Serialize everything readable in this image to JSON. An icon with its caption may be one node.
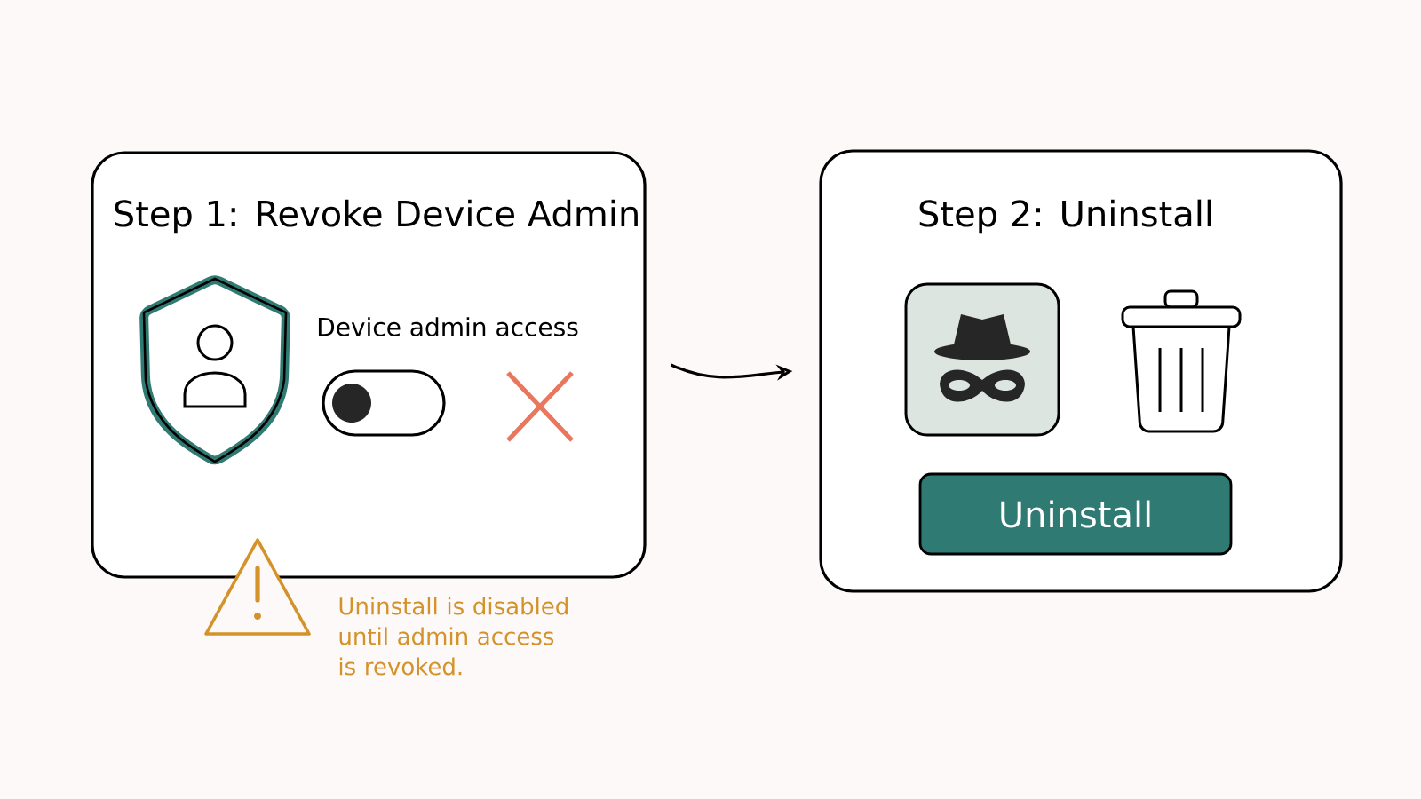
{
  "diagram": {
    "nodes": [
      {
        "text": [
          "Step 1: Revoke Device Admin"
        ]
      },
      {
        "text": [
          "Step 2: Uninstall"
        ]
      },
      {
        "text": [
          "Uninstall"
        ],
        "in": 1
      }
    ],
    "edges": [
      {
        "from": 0,
        "to": 1,
        "arrow": "to"
      }
    ],
    "labels": [
      "Device admin access",
      "Uninstall is disabled until admin access is revoked."
    ]
  }
}
